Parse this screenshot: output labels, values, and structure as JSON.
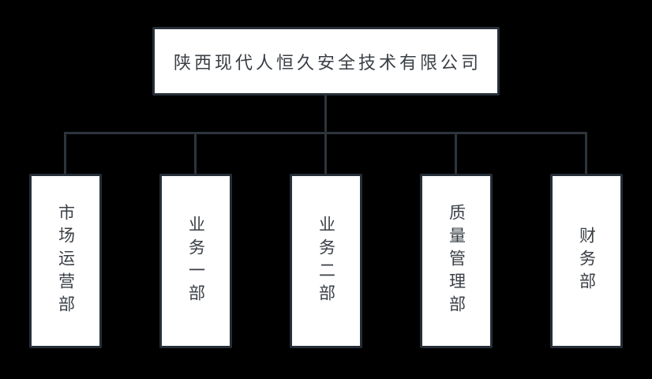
{
  "org_chart": {
    "type": "organization-chart",
    "root": {
      "label": "陕西现代人恒久安全技术有限公司"
    },
    "departments": [
      {
        "label": "市场运营部"
      },
      {
        "label": "业务一部"
      },
      {
        "label": "业务二部"
      },
      {
        "label": "质量管理部"
      },
      {
        "label": "财务部"
      }
    ],
    "colors": {
      "background": "#000000",
      "box_fill": "#ffffff",
      "box_border": "#262e38",
      "connector": "#2e343b",
      "text": "#3a3f45"
    }
  }
}
